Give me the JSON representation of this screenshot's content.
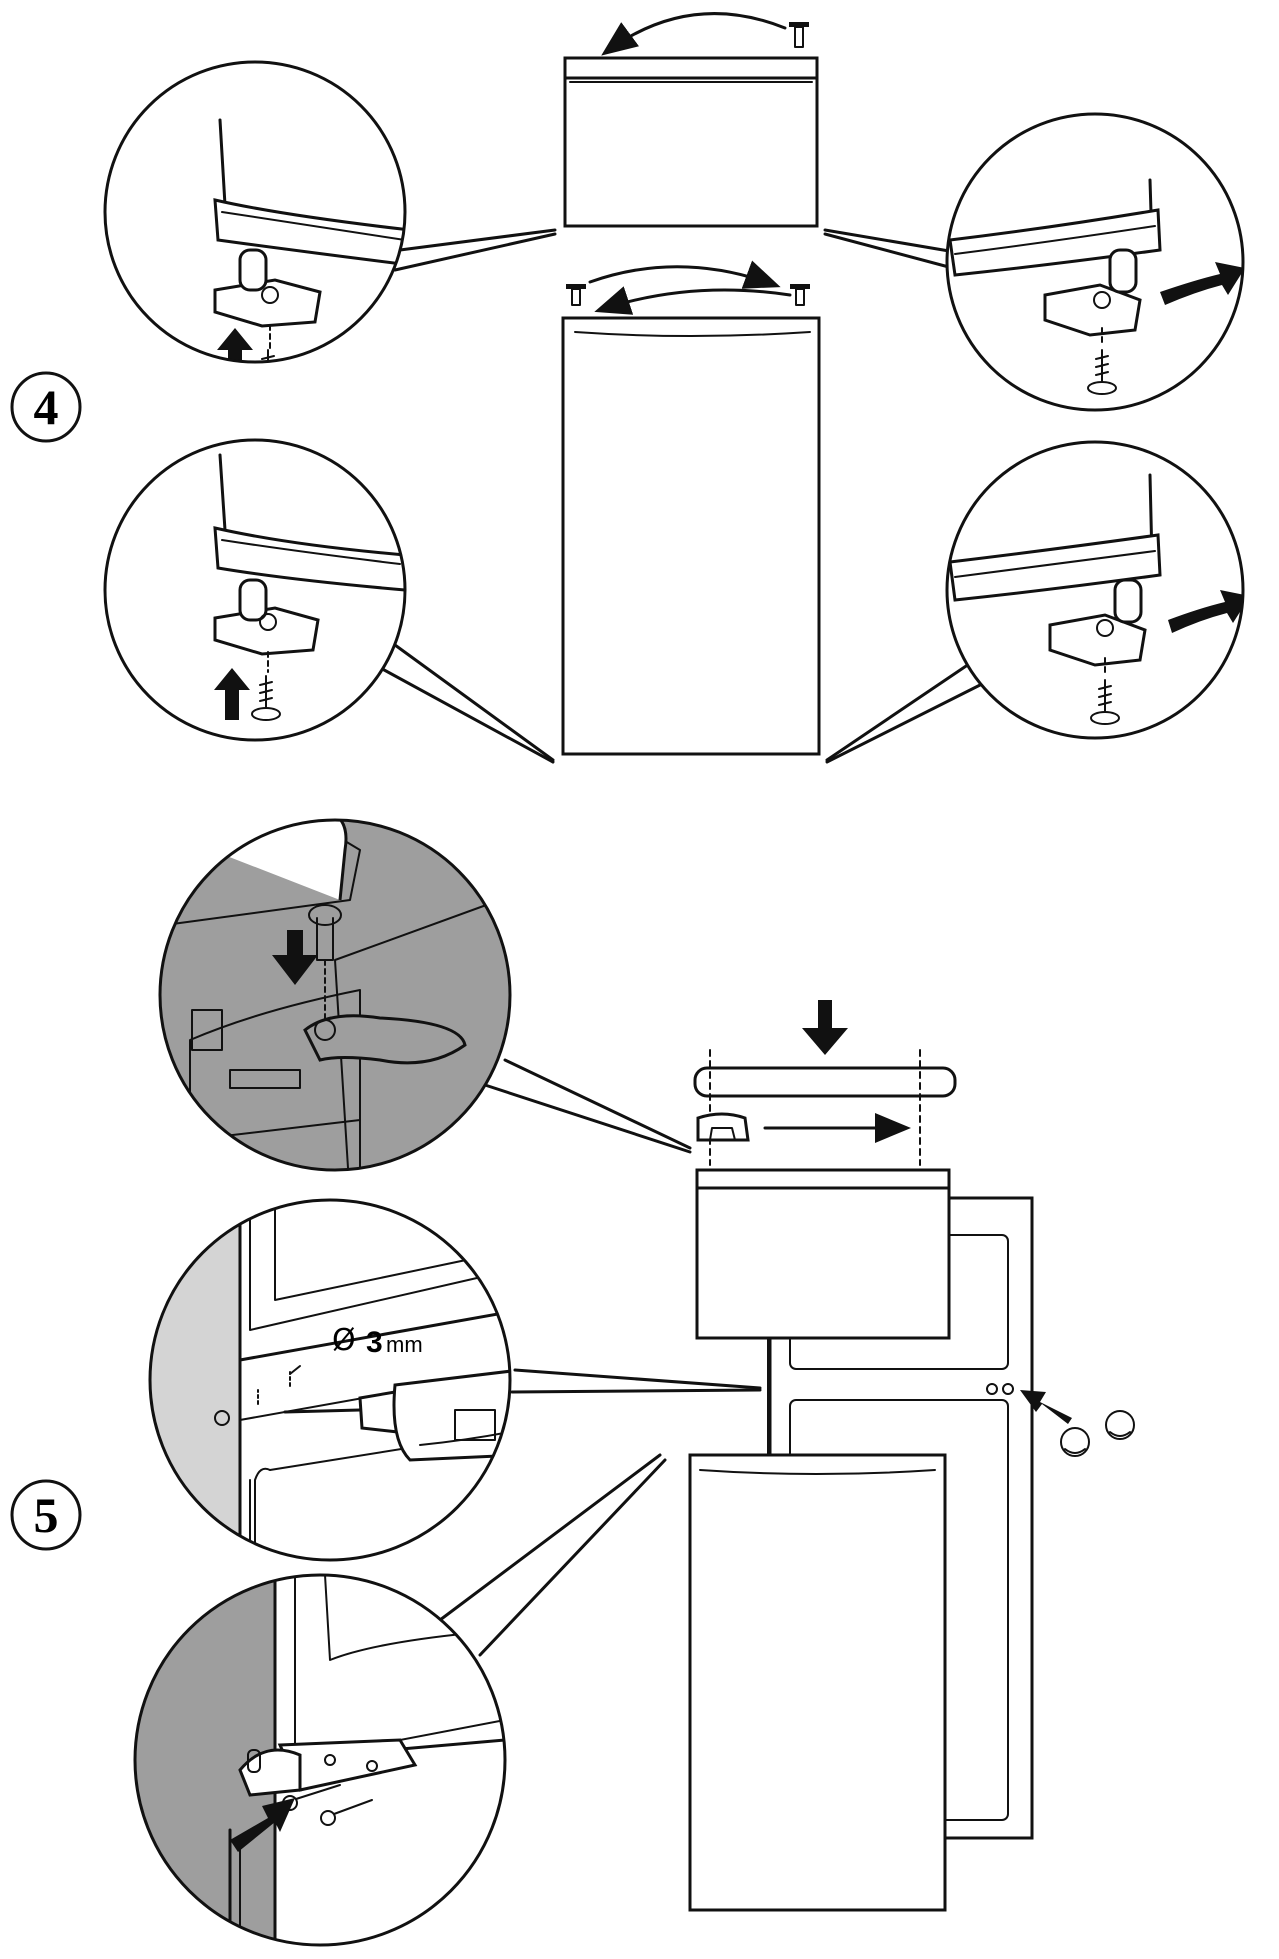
{
  "steps": [
    {
      "number": "4"
    },
    {
      "number": "5"
    }
  ],
  "drill_bit": {
    "symbol": "Ø",
    "value": "3",
    "unit": "mm"
  }
}
